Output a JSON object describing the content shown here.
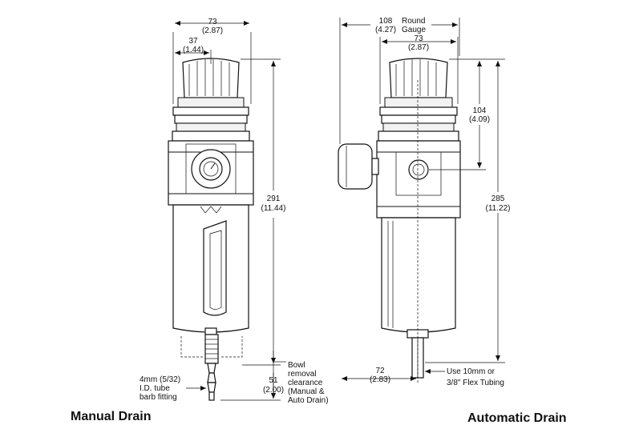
{
  "manual": {
    "caption": "Manual Drain",
    "width": {
      "mm": "73",
      "in": "(2.87)"
    },
    "half_width": {
      "mm": "37",
      "in": "(1.44)"
    },
    "height": {
      "mm": "291",
      "in": "(11.44)"
    },
    "clearance": {
      "mm": "51",
      "in": "(2.00)"
    },
    "bowl_note": [
      "Bowl",
      "removal",
      "clearance",
      "(Manual &",
      "Auto Drain)"
    ],
    "tube_note": [
      "4mm (5/32)",
      "I.D. tube",
      "barb fitting"
    ]
  },
  "automatic": {
    "caption": "Automatic Drain",
    "gauge_width": {
      "mm": "108",
      "in": "(4.27)",
      "label1": "Round",
      "label2": "Gauge"
    },
    "width": {
      "mm": "73",
      "in": "(2.87)"
    },
    "port_height": {
      "mm": "104",
      "in": "(4.09)"
    },
    "height": {
      "mm": "285",
      "in": "(11.22)"
    },
    "drain_offset": {
      "mm": "72",
      "in": "(2.83)"
    },
    "tubing_note": [
      "Use 10mm or",
      "3/8\" Flex Tubing"
    ]
  }
}
